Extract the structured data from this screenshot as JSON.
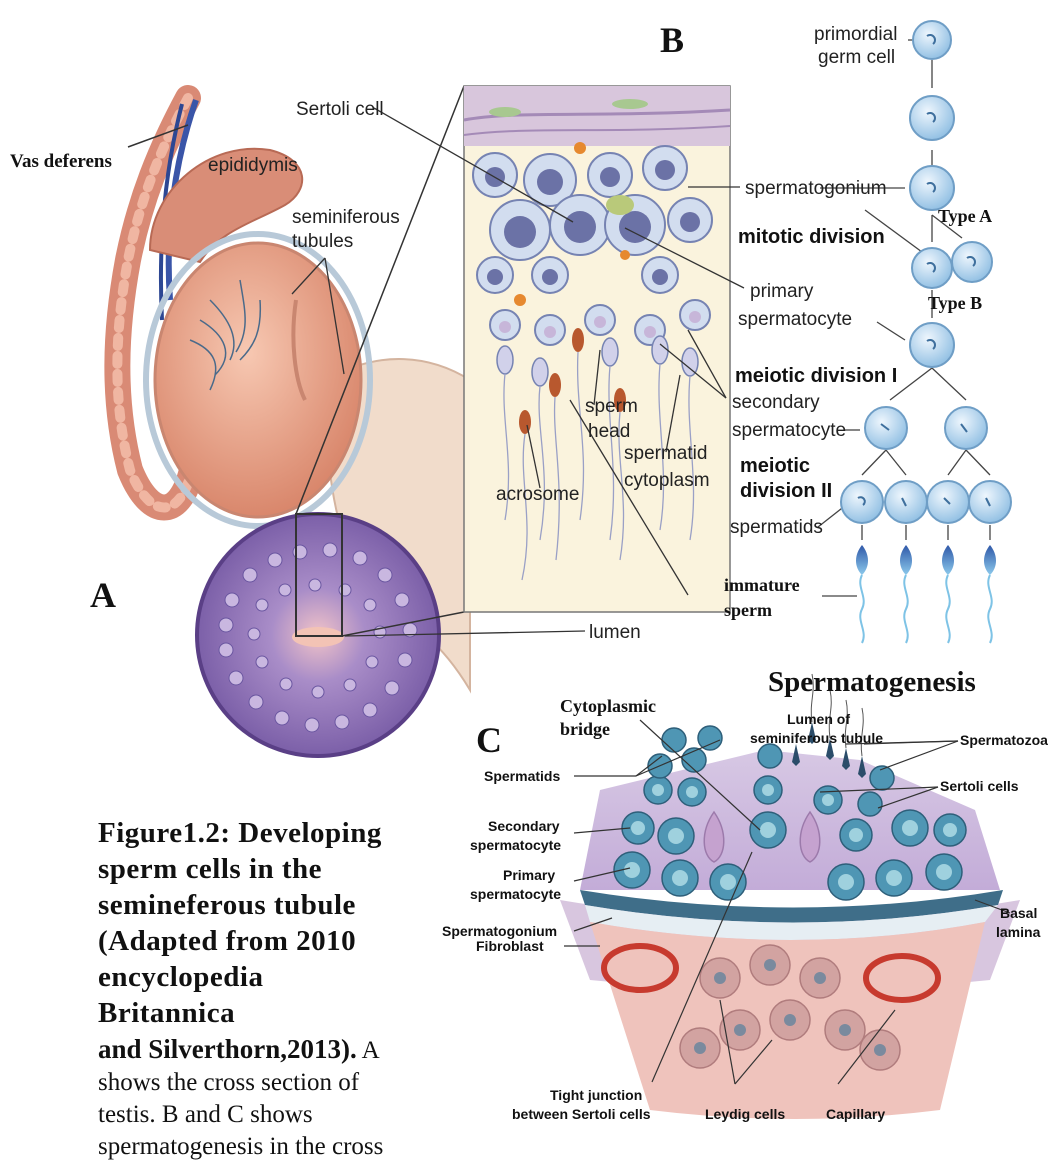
{
  "panels": {
    "a": "A",
    "b": "B",
    "c": "C"
  },
  "panel_a": {
    "vas_deferens": "Vas deferens",
    "epididymis": "epididymis",
    "seminiferous_1": "seminiferous",
    "seminiferous_2": "tubules",
    "lumen": "lumen"
  },
  "panel_b_inset": {
    "sertoli_cell": "Sertoli cell",
    "spermatogonium": "spermatogonium",
    "primary_1": "primary",
    "primary_2": "spermatocyte",
    "secondary_1": "secondary",
    "secondary_2": "spermatocyte",
    "sperm_head_1": "sperm",
    "sperm_head_2": "head",
    "spermatid_cyto_1": "spermatid",
    "spermatid_cyto_2": "cytoplasm",
    "acrosome": "acrosome"
  },
  "panel_b_flow": {
    "primordial_1": "primordial",
    "primordial_2": "germ cell",
    "mitotic": "mitotic division",
    "type_a": "Type A",
    "type_b": "Type B",
    "meiotic1": "meiotic division I",
    "meiotic2_1": "meiotic",
    "meiotic2_2": "division II",
    "spermatids": "spermatids",
    "immature_1": "immature",
    "immature_2": "sperm",
    "title": "Spermatogenesis"
  },
  "panel_c": {
    "cyto_bridge_1": "Cytoplasmic",
    "cyto_bridge_2": "bridge",
    "lumen_1": "Lumen of",
    "lumen_2": "seminiferous tubule",
    "spermatozoa": "Spermatozoa",
    "spermatids": "Spermatids",
    "sertoli": "Sertoli cells",
    "secondary_1": "Secondary",
    "secondary_2": "spermatocyte",
    "primary_1": "Primary",
    "primary_2": "spermatocyte",
    "spermatogonium": "Spermatogonium",
    "basal_1": "Basal",
    "basal_2": "lamina",
    "fibroblast": "Fibroblast",
    "tight_1": "Tight junction",
    "tight_2": "between Sertoli cells",
    "leydig": "Leydig cells",
    "capillary": "Capillary"
  },
  "caption": {
    "bold_1": "Figure1.2: Developing sperm cells in the semineferous tubule (Adapted from 2010 encyclopedia Britannica",
    "bold_2": "and Silverthorn,2013).",
    "plain": " A shows the cross section of testis. B and C shows spermatogenesis in the cross"
  },
  "colors": {
    "cell_blue": "#9cc6e6",
    "tubule_purple": "#8d6fb3",
    "tissue_pink": "#e6a795",
    "cell_teal": "#4f96b4"
  }
}
